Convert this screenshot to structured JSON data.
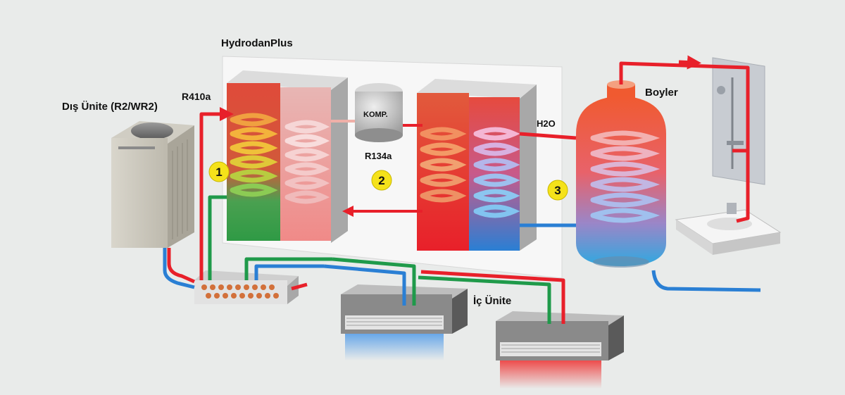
{
  "labels": {
    "system_name": "HydrodanPlus",
    "outdoor_unit": "Dış Ünite (R2/WR2)",
    "refrigerant_1": "R410a",
    "refrigerant_2": "R134a",
    "compressor": "KOMP.",
    "water": "H2O",
    "boiler": "Boyler",
    "indoor_unit": "İç Ünite"
  },
  "stages": [
    "1",
    "2",
    "3"
  ],
  "colors": {
    "hot": "#e8202a",
    "cold": "#2a7fd4",
    "green": "#1f9a4a",
    "badge": "#f5e21a",
    "panel": "#f7f7f7"
  }
}
